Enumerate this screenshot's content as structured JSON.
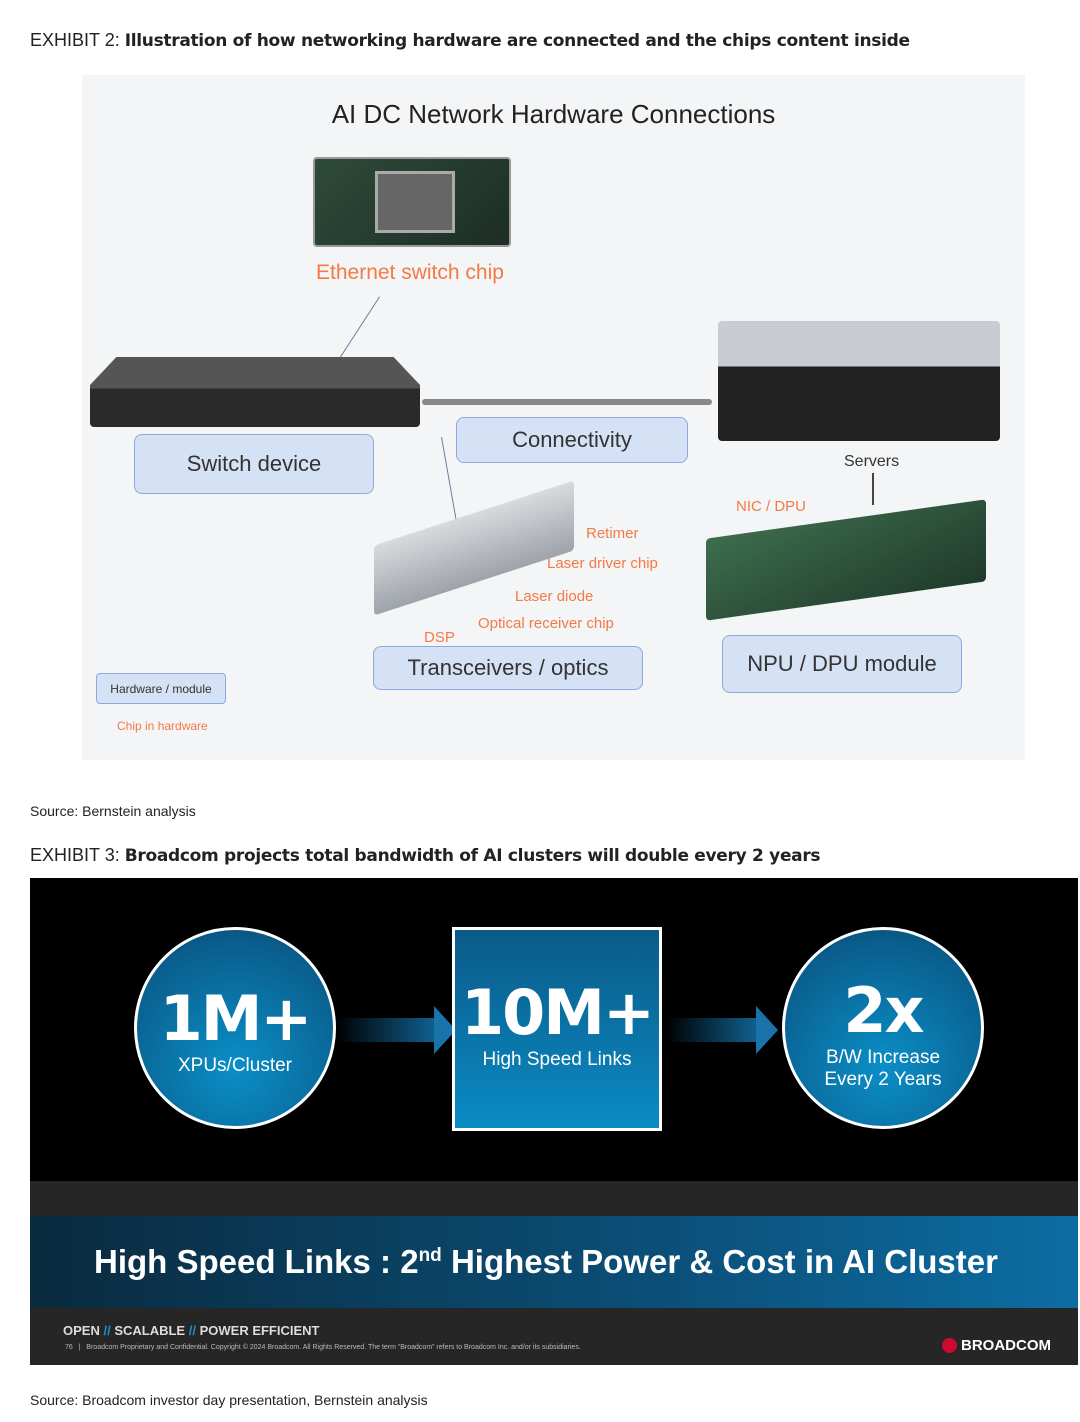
{
  "exhibit2": {
    "label": "EXHIBIT 2: ",
    "title": "Illustration of how networking hardware are connected and the chips content inside",
    "diagram": {
      "title": "AI DC Network Hardware Connections",
      "switch_chip": "Ethernet switch chip",
      "switch_device": "Switch device",
      "connectivity": "Connectivity",
      "servers": "Servers",
      "nic_dpu": "NIC / DPU",
      "retimer": "Retimer",
      "laser_driver": "Laser driver chip",
      "laser_diode": "Laser diode",
      "optical_receiver": "Optical receiver chip",
      "dsp": "DSP",
      "transceivers": "Transceivers / optics",
      "npu_module": "NPU / DPU module",
      "legend_hw": "Hardware / module",
      "legend_chip": "Chip in hardware"
    },
    "source": "Source: Bernstein analysis"
  },
  "exhibit3": {
    "label": "EXHIBIT 3: ",
    "title": "Broadcom projects total bandwidth of AI clusters will double every 2 years",
    "slide": {
      "c1_big": "1M+",
      "c1_sub": "XPUs/Cluster",
      "c2_big": "10M+",
      "c2_sub": "High Speed Links",
      "c3_big": "2x",
      "c3_sub1": "B/W Increase",
      "c3_sub2": "Every 2 Years",
      "banner_pre": "High Speed Links : 2",
      "banner_sup": "nd",
      "banner_post": " Highest Power & Cost in AI Cluster",
      "tag_open": "OPEN",
      "tag_sep": "//",
      "tag_scalable": "SCALABLE",
      "tag_power": "POWER EFFICIENT",
      "page": "76",
      "legal": "Broadcom Proprietary and Confidential.  Copyright © 2024 Broadcom.  All Rights Reserved. The term “Broadcom” refers to Broadcom Inc. and/or its subsidiaries.",
      "logo": "BROADCOM"
    },
    "source": "Source: Broadcom investor day presentation, Bernstein analysis"
  }
}
